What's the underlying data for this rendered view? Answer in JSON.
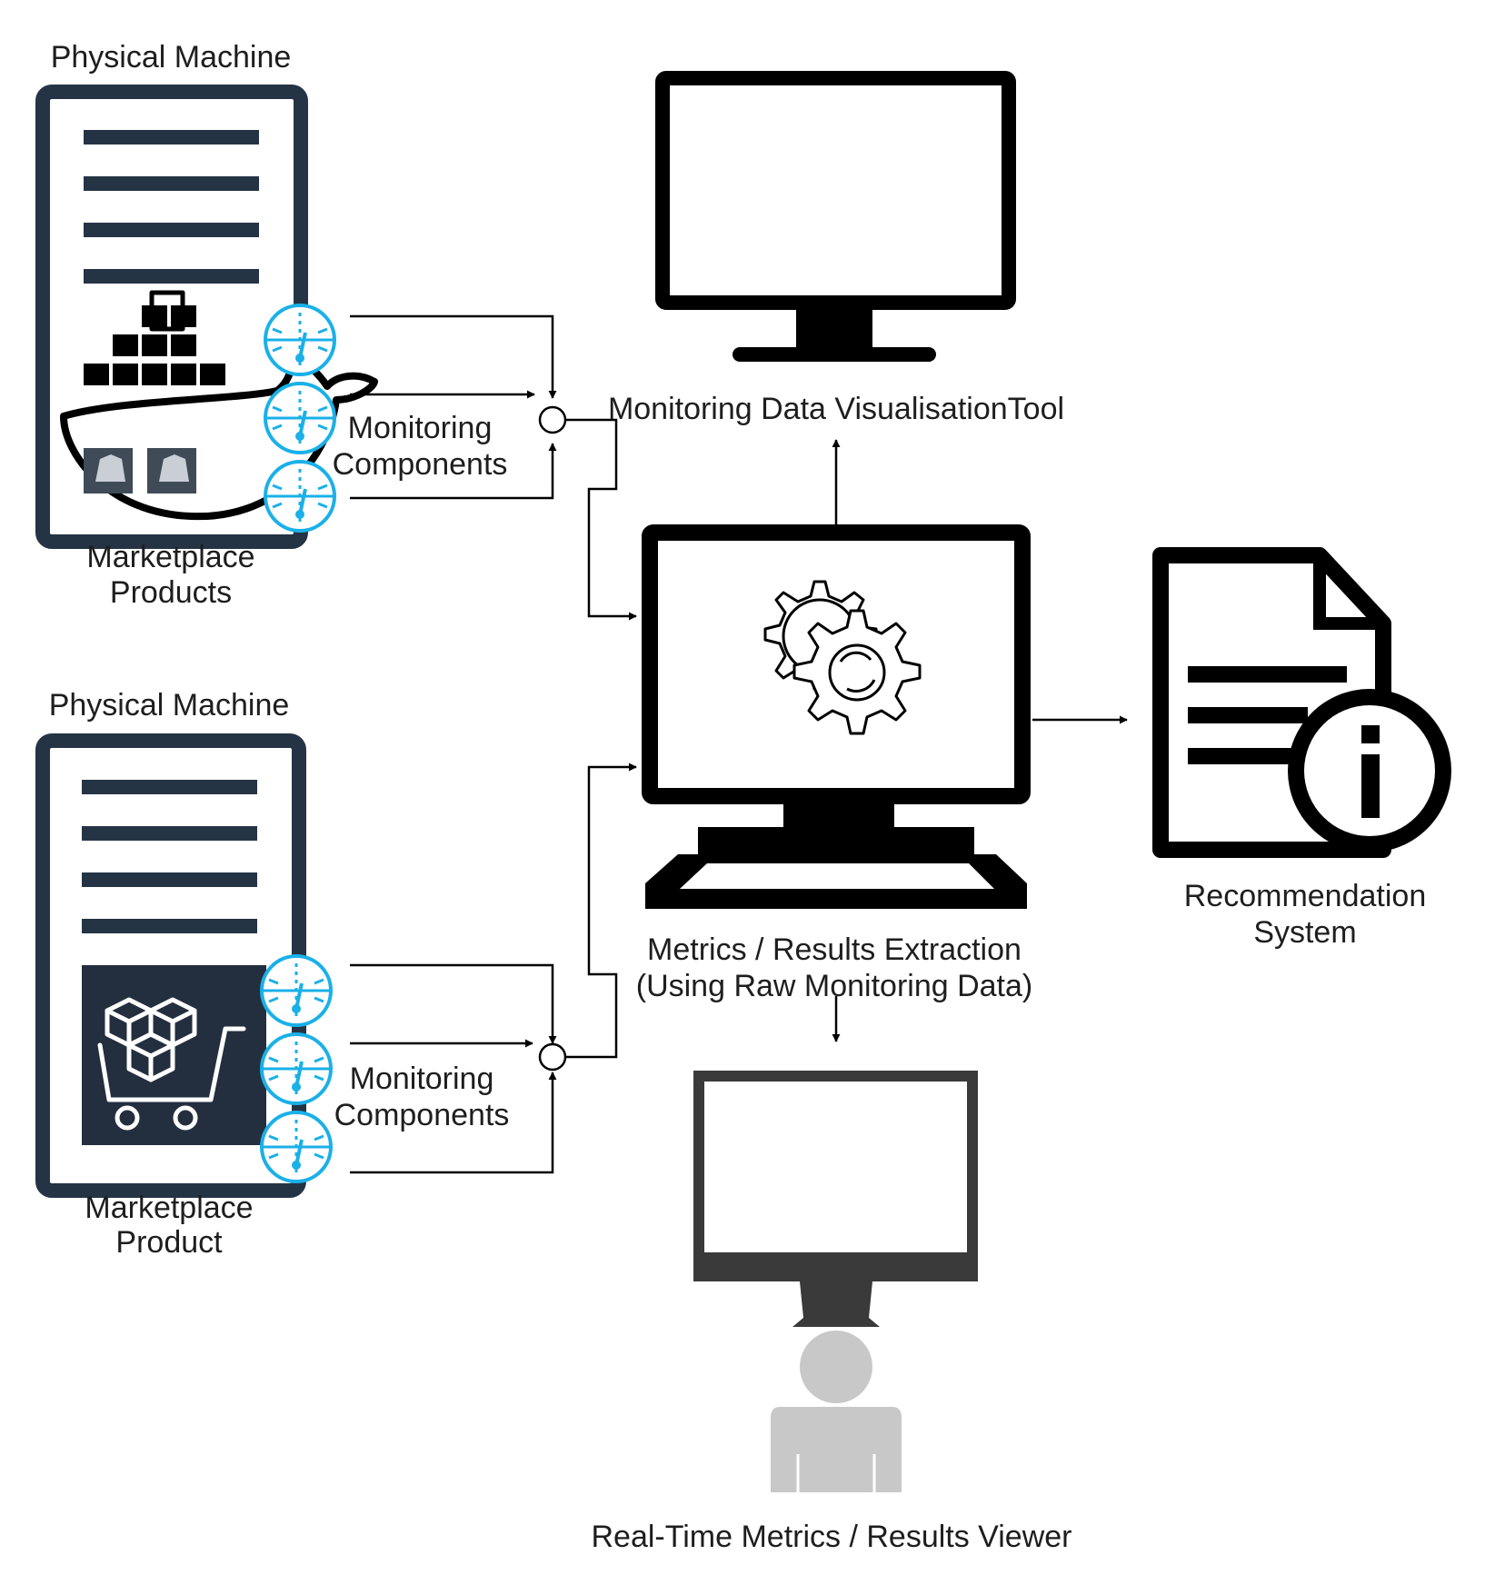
{
  "machines": [
    {
      "title": "Physical Machine",
      "product_label_lines": [
        "Marketplace",
        "Products"
      ],
      "product_icon": "docker-whale-icon",
      "monitoring_label_lines": [
        "Monitoring",
        "Components"
      ]
    },
    {
      "title": "Physical Machine",
      "product_label_lines": [
        "Marketplace",
        "Product"
      ],
      "product_icon": "marketplace-cart-icon",
      "monitoring_label_lines": [
        "Monitoring",
        "Components"
      ]
    }
  ],
  "visualisation_tool": {
    "label": "Monitoring Data VisualisationTool",
    "icon": "monitor-icon"
  },
  "extraction": {
    "label_lines": [
      "Metrics / Results Extraction",
      "(Using Raw Monitoring Data)"
    ],
    "icon": "gear-computer-icon"
  },
  "recommendation": {
    "label_lines": [
      "Recommendation",
      "System"
    ],
    "icon": "info-document-icon"
  },
  "viewer": {
    "label": "Real-Time Metrics / Results Viewer",
    "icon": "user-monitor-icon"
  },
  "colors": {
    "server_frame": "#253445",
    "monitor_accent": "#1ab0e8",
    "line": "#000000",
    "viewer_grey": "#3a3a3a",
    "user_grey": "#c8c8c8"
  }
}
